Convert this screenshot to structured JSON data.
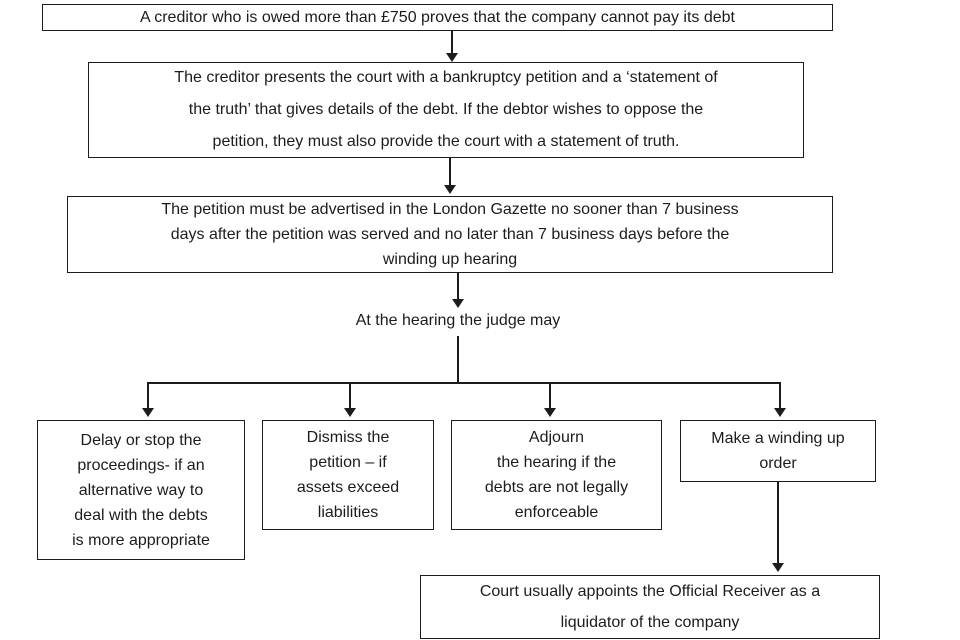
{
  "colors": {
    "line": "#1c1c1c",
    "text": "#1c1c1c",
    "background": "#ffffff"
  },
  "diagram": {
    "step1": {
      "text": "A creditor who is owed more than £750 proves that the company cannot pay its debt"
    },
    "step2": {
      "lines": [
        "The creditor presents the court with a bankruptcy petition and a ‘statement of",
        "the truth’ that gives details of the debt.  If the debtor wishes to oppose the",
        "petition, they must also provide the court with a statement of truth."
      ]
    },
    "step3": {
      "lines": [
        "The petition must be advertised in the London Gazette no sooner than 7 business",
        "days after the petition was served and no later than 7 business days before the",
        "winding up hearing"
      ]
    },
    "decision": {
      "text": "At the hearing the judge may"
    },
    "outcomes": [
      {
        "lines": [
          "Delay or stop the",
          "proceedings- if an",
          "alternative way to",
          "deal with the debts",
          "is more appropriate"
        ]
      },
      {
        "lines": [
          "Dismiss the",
          "petition – if",
          "assets exceed",
          "liabilities"
        ]
      },
      {
        "lines": [
          "Adjourn",
          "the hearing if the",
          "debts are not legally",
          "enforceable"
        ]
      },
      {
        "lines": [
          "Make a winding up",
          "order"
        ]
      }
    ],
    "final": {
      "lines": [
        "Court usually appoints the Official Receiver as a",
        "liquidator of the company"
      ]
    }
  }
}
